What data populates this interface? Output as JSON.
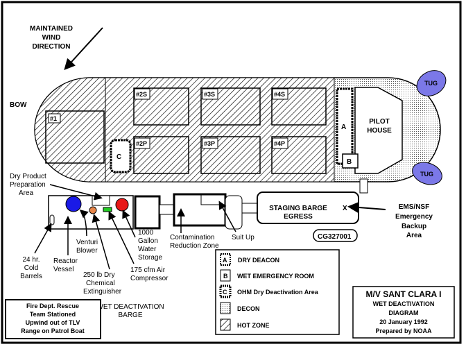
{
  "wind": {
    "line1": "MAINTAINED",
    "line2": "WIND",
    "line3": "DIRECTION"
  },
  "bow": "BOW",
  "holds": {
    "h1": "#1",
    "h2s": "#2S",
    "h3s": "#3S",
    "h4s": "#4S",
    "h2p": "#2P",
    "h3p": "#3P",
    "h4p": "#4P",
    "c": "C"
  },
  "pilot": {
    "line1": "PILOT",
    "line2": "HOUSE",
    "a": "A",
    "b": "B"
  },
  "tug": "TUG",
  "labels": {
    "dry_product": [
      "Dry Product",
      "Preparation",
      "Area"
    ],
    "cold_barrels": [
      "24 hr.",
      "Cold",
      "Barrels"
    ],
    "reactor": [
      "Reactor",
      "Vessel"
    ],
    "venturi": [
      "Venturi",
      "Blower"
    ],
    "dry_chem": [
      "250 lb Dry",
      "Chemical",
      "Extinguisher"
    ],
    "air_comp": [
      "175 cfm Air",
      "Compressor"
    ],
    "water": [
      "1000",
      "Gallon",
      "Water",
      "Storage"
    ],
    "contam": [
      "Contamination",
      "Reduction Zone"
    ],
    "suit_up": "Suit Up",
    "staging": [
      "STAGING BARGE",
      "EGRESS"
    ],
    "x_mark": "X",
    "ems": [
      "EMS/NSF",
      "Emergency",
      "Backup",
      "Area"
    ],
    "cg": "CG327001",
    "barge": [
      "WET DEACTIVATION",
      "BARGE"
    ]
  },
  "fire_dept": [
    "Fire Dept. Rescue",
    "Team Stationed",
    "Upwind out of TLV",
    "Range on Patrol Boat"
  ],
  "legend": [
    {
      "key": "A",
      "label": "DRY DEACON"
    },
    {
      "key": "B",
      "label": "WET EMERGENCY ROOM"
    },
    {
      "key": "C",
      "label": "OHM Dry Deactivation Area"
    },
    {
      "key": "",
      "label": "DECON"
    },
    {
      "key": "",
      "label": "HOT ZONE"
    }
  ],
  "title_box": [
    "M/V SANT CLARA I",
    "WET DEACTIVATION",
    "DIAGRAM",
    "20 January 1992",
    "Prepared by NOAA"
  ],
  "colors": {
    "tug": "#7b78e8",
    "reactor": "#1a1ae6",
    "blower": "#e8864a",
    "extinguisher": "#22cc22",
    "compressor": "#e81818"
  }
}
